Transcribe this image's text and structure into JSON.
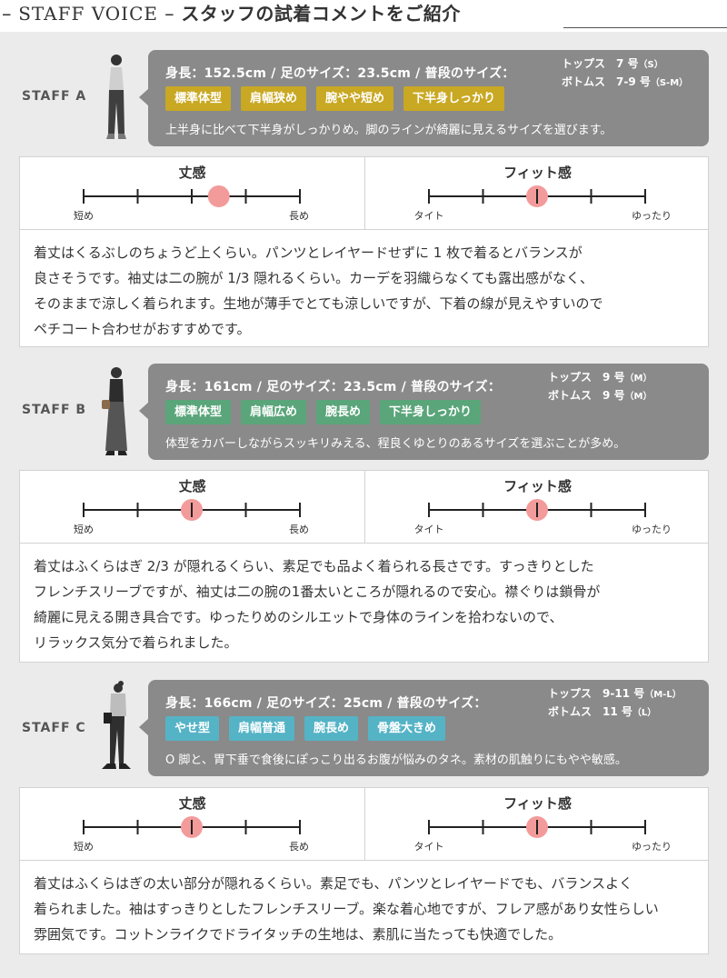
{
  "header": {
    "en_title": "STAFF VOICE",
    "jp_title": "スタッフの試着コメントをご紹介"
  },
  "colors": {
    "info_box": "#8a8a8a",
    "tag_yellow": "#c9a823",
    "tag_green": "#5aa57a",
    "tag_cyan": "#55b3c6",
    "marker": "#f39b9b"
  },
  "scale_labels": {
    "length_title": "丈感",
    "length_min": "短め",
    "length_max": "長め",
    "fit_title": "フィット感",
    "fit_min": "タイト",
    "fit_max": "ゆったり"
  },
  "staff": [
    {
      "label": "STAFF A",
      "measurements": "身長：152.5cm / 足のサイズ：23.5cm / 普段のサイズ：",
      "sizes": [
        {
          "text": "トップス　7 号",
          "note": "（S）"
        },
        {
          "text": "ボトムス　7-9 号",
          "note": "（S-M）"
        }
      ],
      "tag_color": "#c9a823",
      "tags": [
        "標準体型",
        "肩幅狭め",
        "腕やや短め",
        "下半身しっかり"
      ],
      "description": "上半身に比べて下半身がしっかりめ。脚のラインが綺麗に見えるサイズを選びます。",
      "length_level": 2.5,
      "fit_level": 2,
      "comment": [
        "着丈はくるぶしのちょうど上くらい。パンツとレイヤードせずに 1 枚で着るとバランスが",
        "良さそうです。袖丈は二の腕が 1/3 隠れるくらい。カーデを羽織らなくても露出感がなく、",
        "そのままで涼しく着られます。生地が薄手でとても涼しいですが、下着の線が見えやすいので",
        "ペチコート合わせがおすすめです。"
      ]
    },
    {
      "label": "STAFF B",
      "measurements": "身長：161cm / 足のサイズ：23.5cm / 普段のサイズ：",
      "sizes": [
        {
          "text": "トップス　9 号",
          "note": "（M）"
        },
        {
          "text": "ボトムス　9 号",
          "note": "（M）"
        }
      ],
      "tag_color": "#5aa57a",
      "tags": [
        "標準体型",
        "肩幅広め",
        "腕長め",
        "下半身しっかり"
      ],
      "description": "体型をカバーしながらスッキリみえる、程良くゆとりのあるサイズを選ぶことが多め。",
      "length_level": 2,
      "fit_level": 2,
      "comment": [
        "着丈はふくらはぎ 2/3 が隠れるくらい、素足でも品よく着られる長さです。すっきりとした",
        "フレンチスリーブですが、袖丈は二の腕の1番太いところが隠れるので安心。襟ぐりは鎖骨が",
        "綺麗に見える開き具合です。ゆったりめのシルエットで身体のラインを拾わないので、",
        "リラックス気分で着られました。"
      ]
    },
    {
      "label": "STAFF C",
      "measurements": "身長：166cm / 足のサイズ：25cm / 普段のサイズ：",
      "sizes": [
        {
          "text": "トップス　9-11 号",
          "note": "（M-L）"
        },
        {
          "text": "ボトムス　11 号",
          "note": "（L）"
        }
      ],
      "tag_color": "#55b3c6",
      "tags": [
        "やせ型",
        "肩幅普通",
        "腕長め",
        "骨盤大きめ"
      ],
      "description": "O 脚と、胃下垂で食後にぽっこり出るお腹が悩みのタネ。素材の肌触りにもやや敏感。",
      "length_level": 2,
      "fit_level": 2,
      "comment": [
        "着丈はふくらはぎの太い部分が隠れるくらい。素足でも、パンツとレイヤードでも、バランスよく",
        "着られました。袖はすっきりとしたフレンチスリーブ。楽な着心地ですが、フレア感があり女性らしい",
        "雰囲気です。コットンライクでドライタッチの生地は、素肌に当たっても快適でした。"
      ]
    }
  ]
}
